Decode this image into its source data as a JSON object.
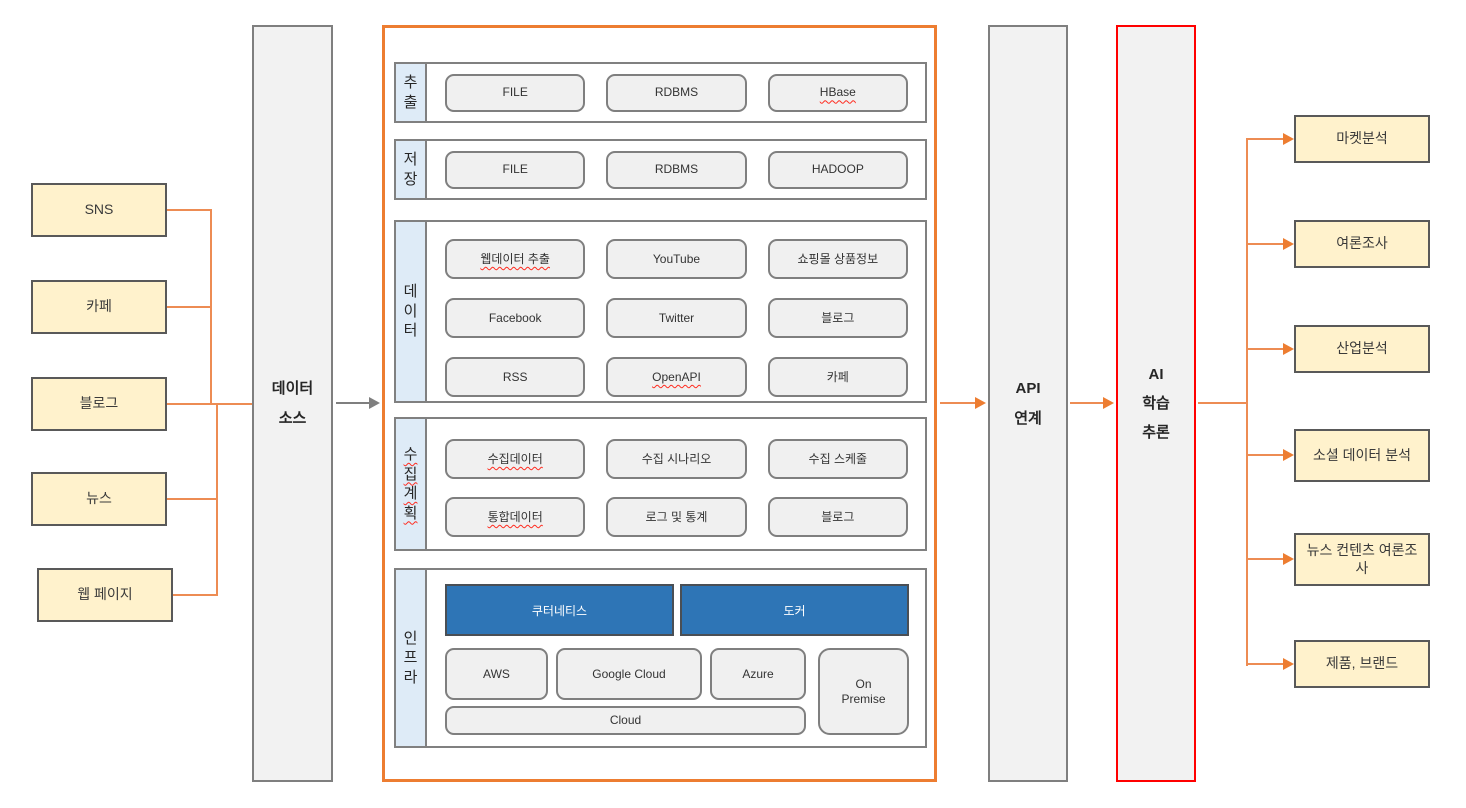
{
  "colors": {
    "accent_orange": "#ED7D31",
    "connector_orange": "#ED8C53",
    "alert_red": "#FF0000",
    "infra_blue": "#2E75B6",
    "label_blue": "#DEEBF7",
    "panel_gray": "#F2F2F2",
    "border_gray": "#7F7F7F",
    "box_yellow": "#FFF2CC",
    "box_border_dark": "#595959"
  },
  "sources": {
    "items": [
      {
        "label": "SNS"
      },
      {
        "label": "카페"
      },
      {
        "label": "블로그"
      },
      {
        "label": "뉴스"
      },
      {
        "label": "웹 페이지"
      }
    ]
  },
  "data_source": {
    "label": "데이터\n소스"
  },
  "pipeline": {
    "extract": {
      "label": "추출",
      "items": [
        {
          "label": "FILE"
        },
        {
          "label": "RDBMS"
        },
        {
          "label": "HBase"
        }
      ]
    },
    "store": {
      "label": "저장",
      "items": [
        {
          "label": "FILE"
        },
        {
          "label": "RDBMS"
        },
        {
          "label": "HADOOP"
        }
      ]
    },
    "data": {
      "label": "데이터",
      "items": [
        {
          "label": "웹데이터 추출"
        },
        {
          "label": "YouTube"
        },
        {
          "label": "쇼핑몰 상품정보"
        },
        {
          "label": "Facebook"
        },
        {
          "label": "Twitter"
        },
        {
          "label": "블로그"
        },
        {
          "label": "RSS"
        },
        {
          "label": "OpenAPI"
        },
        {
          "label": "카페"
        }
      ]
    },
    "plan": {
      "label": "수집계획",
      "items": [
        {
          "label": "수집데이터"
        },
        {
          "label": "수집 시나리오"
        },
        {
          "label": "수집 스케줄"
        },
        {
          "label": "통합데이터"
        },
        {
          "label": "로그 및 통계"
        },
        {
          "label": "블로그"
        }
      ]
    },
    "infra": {
      "label": "인프라",
      "containers": [
        {
          "label": "쿠터네티스"
        },
        {
          "label": "도커"
        }
      ],
      "clouds": [
        {
          "label": "AWS"
        },
        {
          "label": "Google Cloud"
        },
        {
          "label": "Azure"
        }
      ],
      "on_premise": {
        "label": "On\nPremise"
      },
      "cloud_bar": {
        "label": "Cloud"
      }
    }
  },
  "api": {
    "label": "API\n연계"
  },
  "ai": {
    "label": "AI\n학습\n추론"
  },
  "outputs": {
    "items": [
      {
        "label": "마켓분석"
      },
      {
        "label": "여론조사"
      },
      {
        "label": "산업분석"
      },
      {
        "label": "소셜 데이터 분석"
      },
      {
        "label": "뉴스 컨텐츠 여론조사"
      },
      {
        "label": "제품, 브랜드"
      }
    ]
  }
}
